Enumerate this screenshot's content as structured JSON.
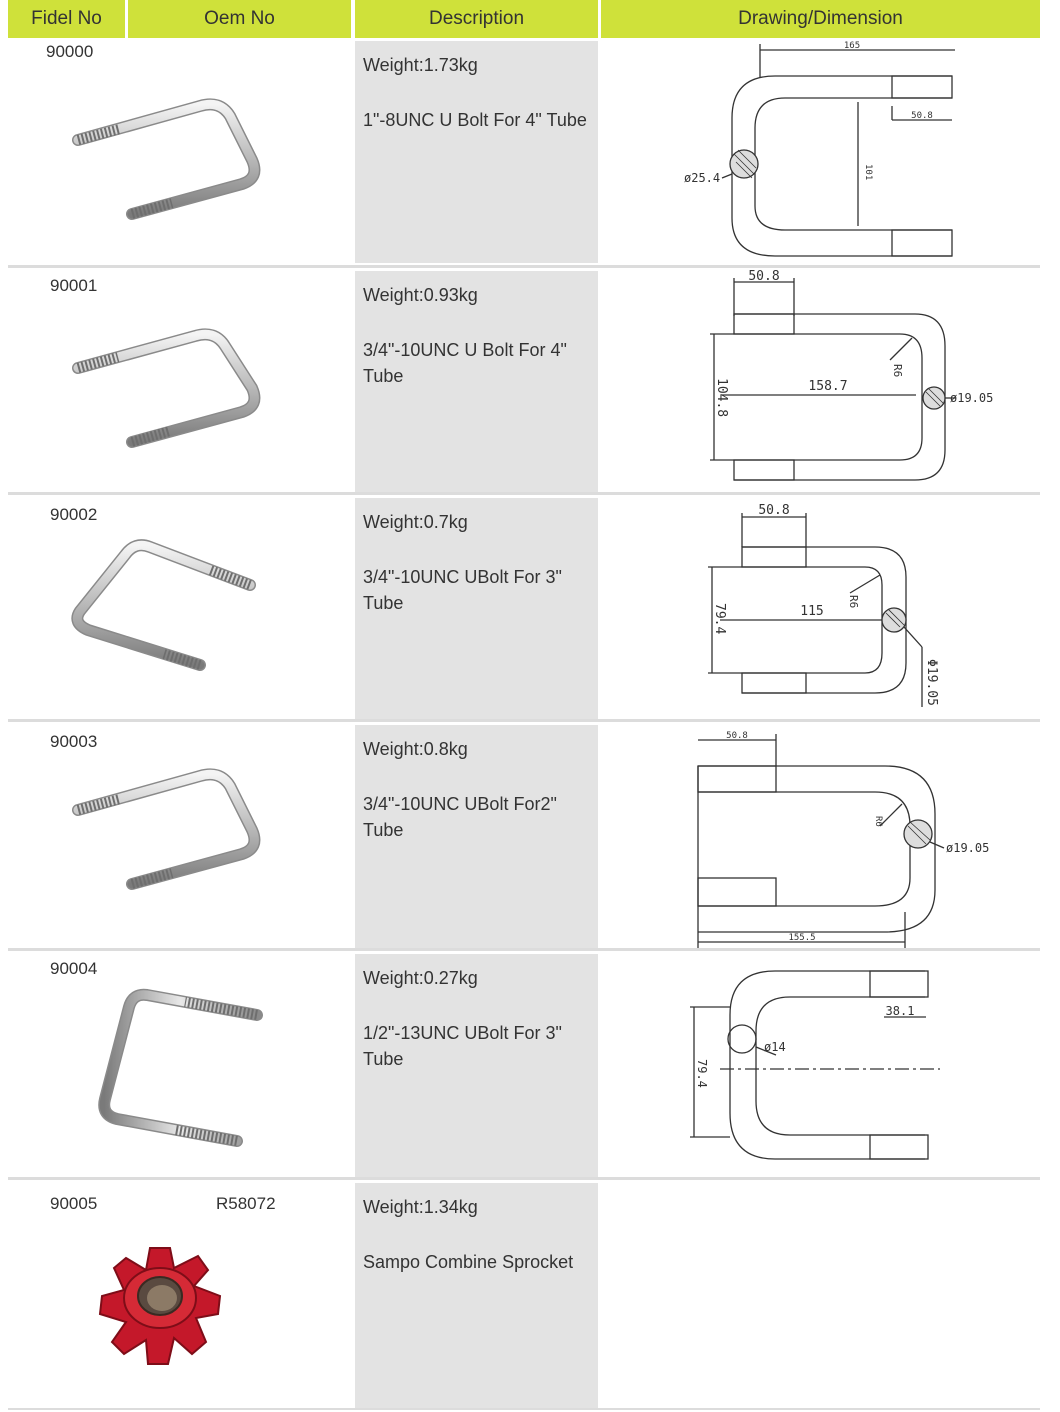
{
  "header": {
    "fidel_no": "Fidel No",
    "oem_no": "Oem No",
    "description": "Description",
    "drawing": "Drawing/Dimension"
  },
  "rows": [
    {
      "fidel_no": "90000",
      "oem_no": "",
      "weight": "Weight:1.73kg",
      "name": "1\"-8UNC U Bolt For 4\" Tube",
      "dims": {
        "top": "165",
        "thread": "50.8",
        "height": "101",
        "dia": "ø25.4"
      }
    },
    {
      "fidel_no": "90001",
      "oem_no": "",
      "weight": "Weight:0.93kg",
      "name": "3/4\"-10UNC U Bolt For 4\" Tube",
      "dims": {
        "thread": "50.8",
        "height": "104.8",
        "length": "158.7",
        "radius": "R6",
        "dia": "ø19.05"
      }
    },
    {
      "fidel_no": "90002",
      "oem_no": "",
      "weight": "Weight:0.7kg",
      "name": "3/4\"-10UNC UBolt For 3\" Tube",
      "dims": {
        "thread": "50.8",
        "height": "79.4",
        "length": "115",
        "radius": "R6",
        "dia": "Φ19.05"
      }
    },
    {
      "fidel_no": "90003",
      "oem_no": "",
      "weight": "Weight:0.8kg",
      "name": "3/4\"-10UNC UBolt For2\" Tube",
      "dims": {
        "thread": "50.8",
        "radius": "R6",
        "dia": "ø19.05",
        "length": "155.5"
      }
    },
    {
      "fidel_no": "90004",
      "oem_no": "",
      "weight": "Weight:0.27kg",
      "name": "1/2\"-13UNC UBolt For 3\" Tube",
      "dims": {
        "thread": "38.1",
        "height": "79.4",
        "dia": "ø14"
      }
    },
    {
      "fidel_no": "90005",
      "oem_no": "R58072",
      "weight": "Weight:1.34kg",
      "name": "Sampo Combine Sprocket",
      "dims": {}
    }
  ]
}
